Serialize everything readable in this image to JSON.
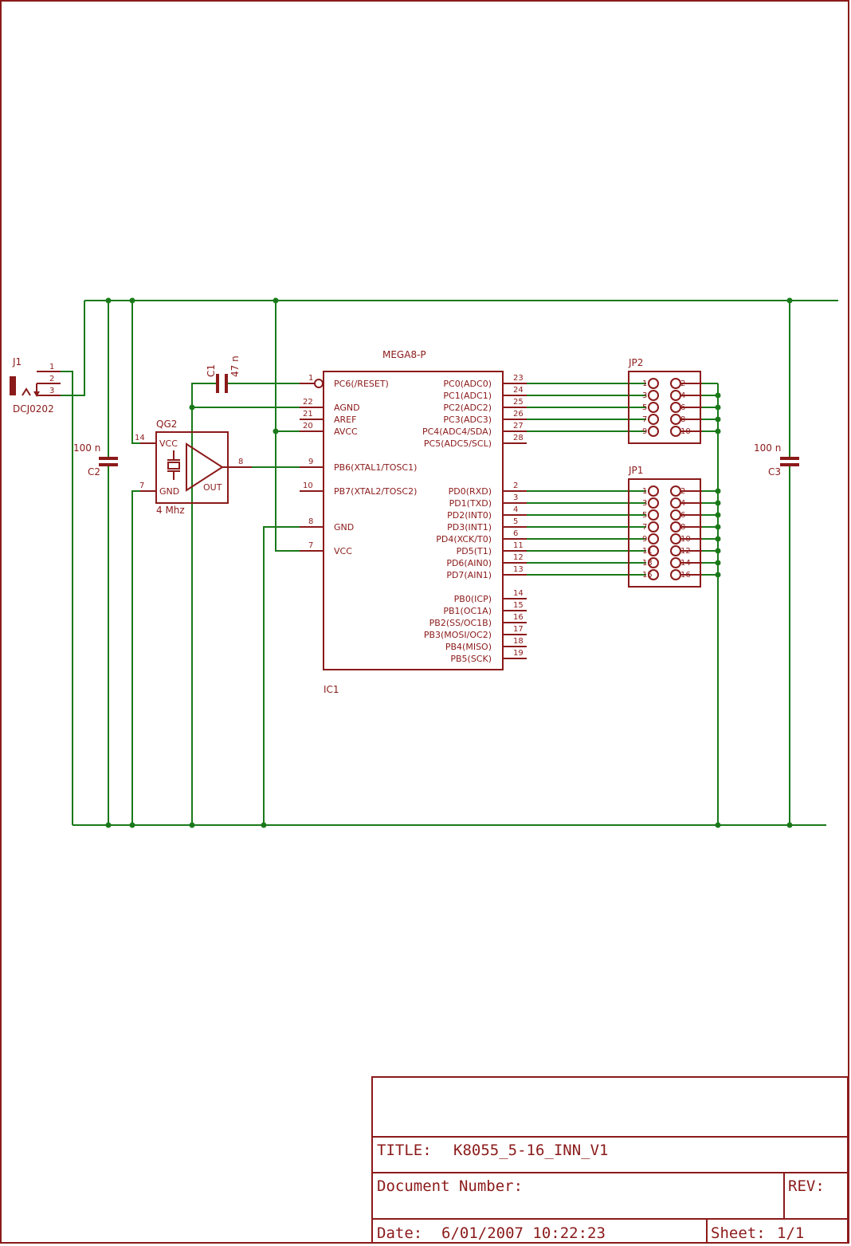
{
  "title_block": {
    "title_label": "TITLE:",
    "title_value": "K8055_5-16_INN_V1",
    "doc_number_label": "Document Number:",
    "rev_label": "REV:",
    "date_label": "Date:",
    "date_value": "6/01/2007 10:22:23",
    "sheet_label": "Sheet:",
    "sheet_value": "1/1"
  },
  "parts": {
    "j1": {
      "name": "J1",
      "value": "DCJ0202",
      "pins": [
        "1",
        "2",
        "3"
      ]
    },
    "c1": {
      "name": "C1",
      "value": "47 n"
    },
    "c2": {
      "name": "C2",
      "value": "100 n"
    },
    "c3": {
      "name": "C3",
      "value": "100 n"
    },
    "qg2": {
      "name": "QG2",
      "value": "4 Mhz",
      "vcc": "VCC",
      "gnd": "GND",
      "out": "OUT",
      "pin_vcc": "14",
      "pin_gnd": "7",
      "pin_out": "8"
    },
    "ic1": {
      "name": "IC1",
      "value": "MEGA8-P",
      "left_pins": [
        {
          "num": "1",
          "label": "PC6(/RESET)"
        },
        {
          "num": "22",
          "label": "AGND"
        },
        {
          "num": "21",
          "label": "AREF"
        },
        {
          "num": "20",
          "label": "AVCC"
        },
        {
          "num": "9",
          "label": "PB6(XTAL1/TOSC1)"
        },
        {
          "num": "10",
          "label": "PB7(XTAL2/TOSC2)"
        },
        {
          "num": "8",
          "label": "GND"
        },
        {
          "num": "7",
          "label": "VCC"
        }
      ],
      "right_pins": [
        {
          "num": "23",
          "label": "PC0(ADC0)"
        },
        {
          "num": "24",
          "label": "PC1(ADC1)"
        },
        {
          "num": "25",
          "label": "PC2(ADC2)"
        },
        {
          "num": "26",
          "label": "PC3(ADC3)"
        },
        {
          "num": "27",
          "label": "PC4(ADC4/SDA)"
        },
        {
          "num": "28",
          "label": "PC5(ADC5/SCL)"
        },
        {
          "num": "2",
          "label": "PD0(RXD)"
        },
        {
          "num": "3",
          "label": "PD1(TXD)"
        },
        {
          "num": "4",
          "label": "PD2(INT0)"
        },
        {
          "num": "5",
          "label": "PD3(INT1)"
        },
        {
          "num": "6",
          "label": "PD4(XCK/T0)"
        },
        {
          "num": "11",
          "label": "PD5(T1)"
        },
        {
          "num": "12",
          "label": "PD6(AIN0)"
        },
        {
          "num": "13",
          "label": "PD7(AIN1)"
        },
        {
          "num": "14",
          "label": "PB0(ICP)"
        },
        {
          "num": "15",
          "label": "PB1(OC1A)"
        },
        {
          "num": "16",
          "label": "PB2(SS/OC1B)"
        },
        {
          "num": "17",
          "label": "PB3(MOSI/OC2)"
        },
        {
          "num": "18",
          "label": "PB4(MISO)"
        },
        {
          "num": "19",
          "label": "PB5(SCK)"
        }
      ]
    },
    "jp2": {
      "name": "JP2",
      "pins_left": [
        "1",
        "3",
        "5",
        "7",
        "9"
      ],
      "pins_right": [
        "2",
        "4",
        "6",
        "8",
        "10"
      ]
    },
    "jp1": {
      "name": "JP1",
      "pins_left": [
        "1",
        "3",
        "5",
        "7",
        "9",
        "11",
        "13",
        "15"
      ],
      "pins_right": [
        "2",
        "4",
        "6",
        "8",
        "10",
        "12",
        "14",
        "16"
      ]
    }
  }
}
